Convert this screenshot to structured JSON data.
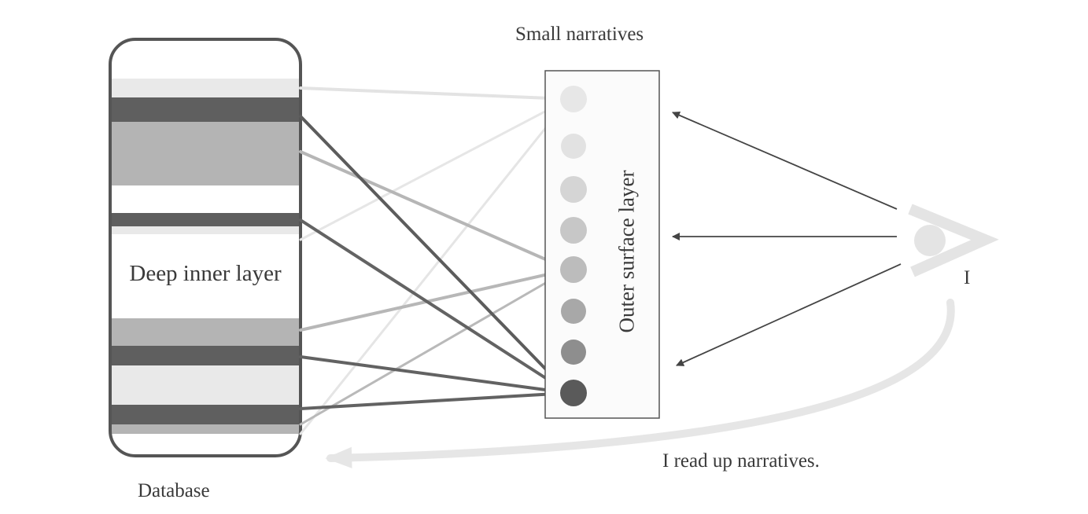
{
  "labels": {
    "small_narratives": "Small narratives",
    "database": "Database",
    "deep_inner_layer": "Deep inner layer",
    "outer_surface_layer": "Outer surface layer",
    "reader": "I",
    "read_up": "I read up narratives."
  },
  "icons": {
    "reader": "eye-icon"
  },
  "colors": {
    "border": "#555555",
    "stripe_light": "#e9e9e9",
    "stripe_mid": "#b4b4b4",
    "stripe_dark": "#5f5f5f",
    "dots": [
      "#e7e7e7",
      "#e2e2e2",
      "#d5d5d5",
      "#c7c7c7",
      "#bcbcbc",
      "#a8a8a8",
      "#8e8e8e",
      "#5a5a5a"
    ]
  }
}
